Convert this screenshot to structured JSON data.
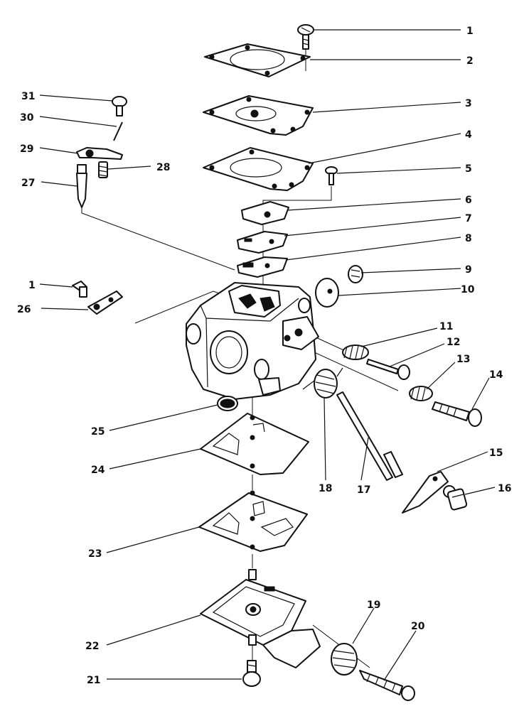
{
  "diagram": {
    "labels": [
      "1",
      "2",
      "3",
      "4",
      "5",
      "6",
      "7",
      "8",
      "9",
      "10",
      "11",
      "12",
      "13",
      "14",
      "15",
      "16",
      "17",
      "18",
      "19",
      "20",
      "21",
      "22",
      "23",
      "24",
      "25",
      "26",
      "27",
      "28",
      "29",
      "30",
      "31",
      "1"
    ]
  }
}
